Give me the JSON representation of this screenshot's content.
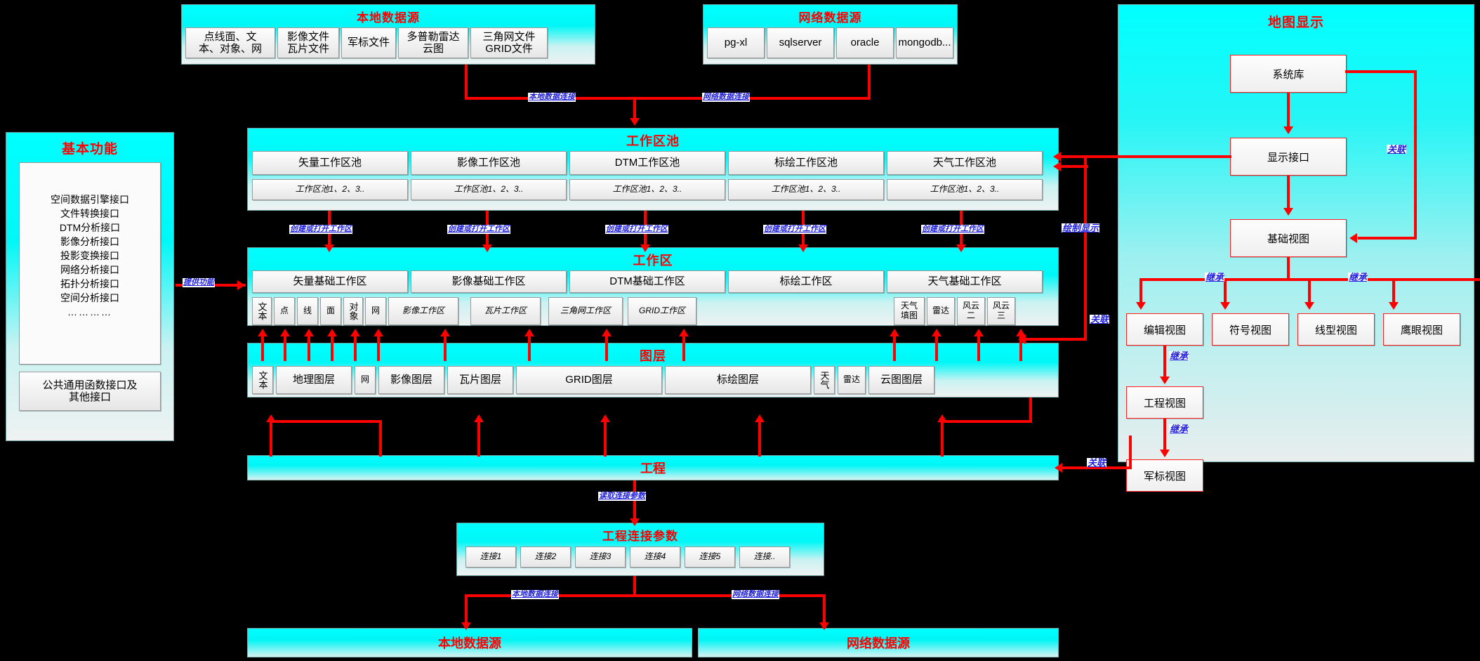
{
  "local_source_top": {
    "title": "本地数据源",
    "items": [
      "点线面、文本、对象、网",
      "影像文件瓦片文件",
      "军标文件",
      "多普勒雷达云图",
      "三角网文件GRID文件"
    ],
    "items_lines": [
      [
        "点线面、文",
        "本、对象、网"
      ],
      [
        "影像文件",
        "瓦片文件"
      ],
      [
        "军标文件"
      ],
      [
        "多普勒雷达",
        "云图"
      ],
      [
        "三角网文件",
        "GRID文件"
      ]
    ]
  },
  "net_source_top": {
    "title": "网络数据源",
    "items": [
      "pg-xl",
      "sqlserver",
      "oracle",
      "mongodb..."
    ]
  },
  "basic_functions": {
    "title": "基本功能",
    "interfaces": [
      "空间数据引擎接口",
      "文件转换接口",
      "DTM分析接口",
      "影像分析接口",
      "投影变换接口",
      "网络分析接口",
      "拓扑分析接口",
      "空间分析接口",
      "…………"
    ],
    "footer": "公共通用函数接口及其他接口",
    "footer_lines": [
      "公共通用函数接口及",
      "其他接口"
    ]
  },
  "workpool": {
    "title": "工作区池",
    "columns": [
      "矢量工作区池",
      "影像工作区池",
      "DTM工作区池",
      "标绘工作区池",
      "天气工作区池"
    ],
    "sub_label": "工作区池1、2、3..",
    "subs": [
      "工作区池1、2、3..",
      "工作区池1、2、3..",
      "工作区池1、2、3..",
      "工作区池1、2、3..",
      "工作区池1、2、3.."
    ]
  },
  "workarea": {
    "title": "工作区",
    "columns": [
      "矢量基础工作区",
      "影像基础工作区",
      "DTM基础工作区",
      "标绘工作区",
      "天气基础工作区"
    ],
    "vector_items": [
      "文本",
      "点",
      "线",
      "面",
      "对象",
      "网"
    ],
    "image_items": [
      "影像工作区",
      "瓦片工作区"
    ],
    "dtm_items": [
      "三角网工作区",
      "GRID工作区"
    ],
    "weather_items": [
      "天气填图",
      "雷达",
      "风云二",
      "风云三"
    ],
    "weather_items_lines": [
      [
        "天气",
        "填图"
      ],
      [
        "雷达"
      ],
      [
        "风云",
        "二"
      ],
      [
        "风云",
        "三"
      ]
    ]
  },
  "layers": {
    "title": "图层",
    "items": [
      "文本",
      "地理图层",
      "网",
      "影像图层",
      "瓦片图层",
      "GRID图层",
      "标绘图层",
      "天气",
      "雷达",
      "云图图层"
    ]
  },
  "project": {
    "title": "工程"
  },
  "project_params": {
    "title": "工程连接参数",
    "items": [
      "连接1",
      "连接2",
      "连接3",
      "连接4",
      "连接5",
      "连接.."
    ]
  },
  "local_source_bottom": {
    "title": "本地数据源"
  },
  "net_source_bottom": {
    "title": "网络数据源"
  },
  "map_display": {
    "title": "地图显示",
    "system_lib": "系统库",
    "display_interface": "显示接口",
    "base_view": "基础视图",
    "views": [
      "编辑视图",
      "符号视图",
      "线型视图",
      "鹰眼视图"
    ],
    "engineering_view": "工程视图",
    "military_view": "军标视图"
  },
  "edge_labels": {
    "local_conn_top": "本地数据连接",
    "net_conn_top": "网络数据连接",
    "create_open_1": "创建或打开工作区",
    "create_open_2": "创建或打开工作区",
    "create_open_3": "创建或打开工作区",
    "create_open_4": "创建或打开工作区",
    "create_open_5": "创建或打开工作区",
    "provide_function": "提供功能",
    "read_conn_params": "读取连接参数",
    "local_conn_bottom": "本地数据连接",
    "net_conn_bottom": "网络数据连接",
    "draw_display": "绘制显示",
    "assoc_left_1": "关联",
    "assoc_left_2": "关联",
    "assoc_right": "关联",
    "inherit_1": "继承",
    "inherit_2": "继承",
    "inherit_3": "继承",
    "inherit_4": "继承"
  },
  "colors": {
    "accent_red": "#ff0000",
    "label_blue": "#2222dd",
    "panel_cyan": "#00ffff"
  }
}
